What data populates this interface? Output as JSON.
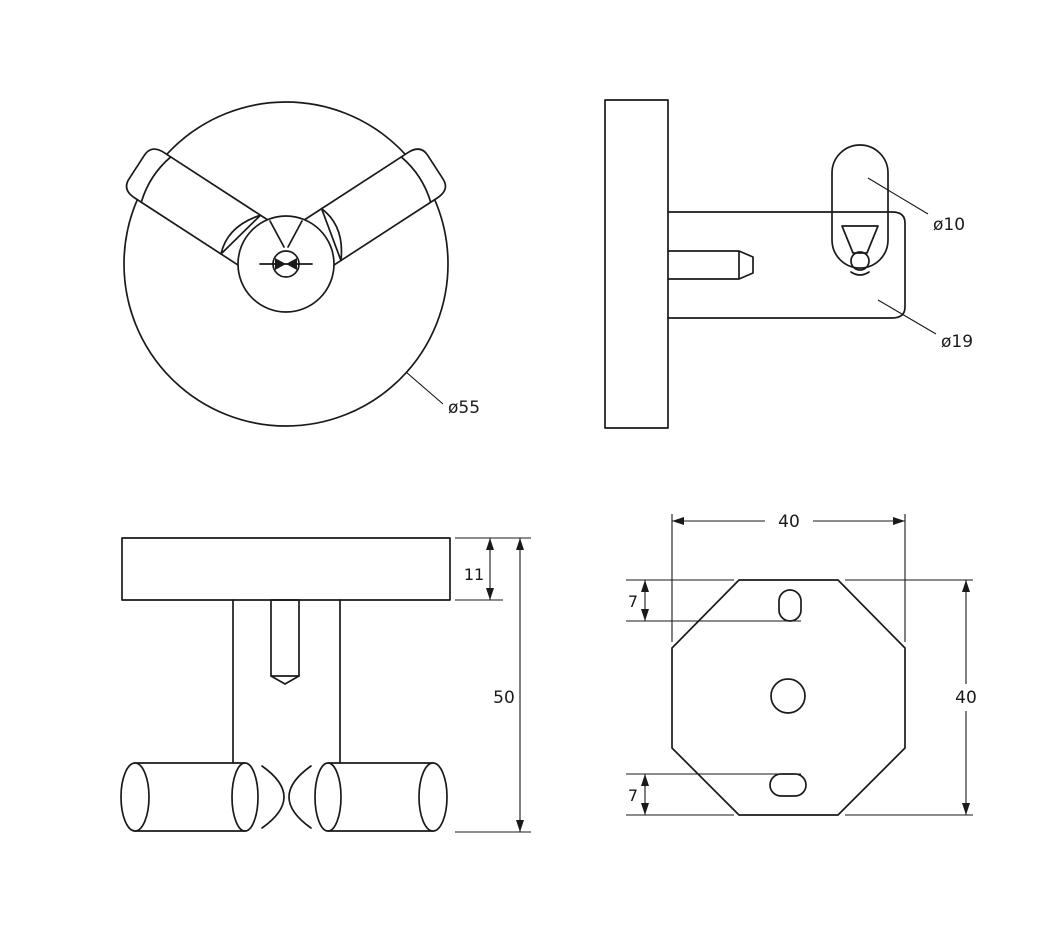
{
  "page": {
    "background_color": "#ffffff",
    "line_color": "#1a1a1a"
  },
  "views": {
    "top_view": {
      "diameter_label": "ø55"
    },
    "side_view": {
      "pin_diameter_label": "ø10",
      "arm_diameter_label": "ø19"
    },
    "front_view": {
      "plate_thickness_label": "11",
      "overall_height_label": "50"
    },
    "wall_plate_view": {
      "width_label": "40",
      "height_label": "40",
      "top_slot_offset_label": "7",
      "bottom_slot_offset_label": "7"
    }
  }
}
